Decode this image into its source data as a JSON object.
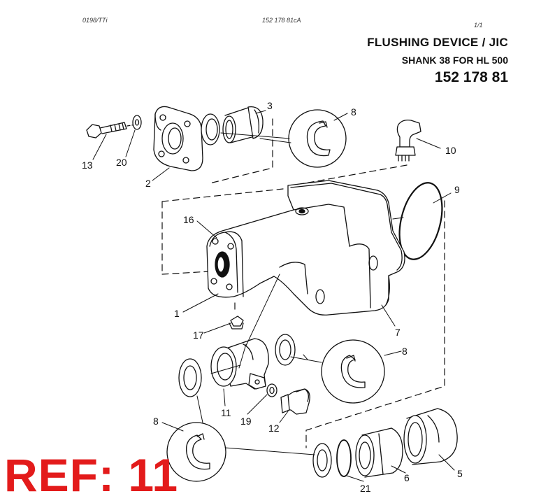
{
  "header": {
    "doc_code_left": "0198/TTi",
    "doc_code_center": "152 178 81cA",
    "page": "1/1"
  },
  "title": {
    "line1": "FLUSHING  DEVICE / JIC",
    "line2": "SHANK 38 FOR HL 500",
    "part_number": "152 178 81"
  },
  "callouts": [
    "1",
    "2",
    "3",
    "5",
    "6",
    "7",
    "8",
    "9",
    "10",
    "12",
    "13",
    "16",
    "17",
    "19",
    "20",
    "21",
    "8",
    "8",
    "11"
  ],
  "reference": "REF: 11",
  "colors": {
    "reference": "#e31b1b",
    "line": "#111111"
  }
}
